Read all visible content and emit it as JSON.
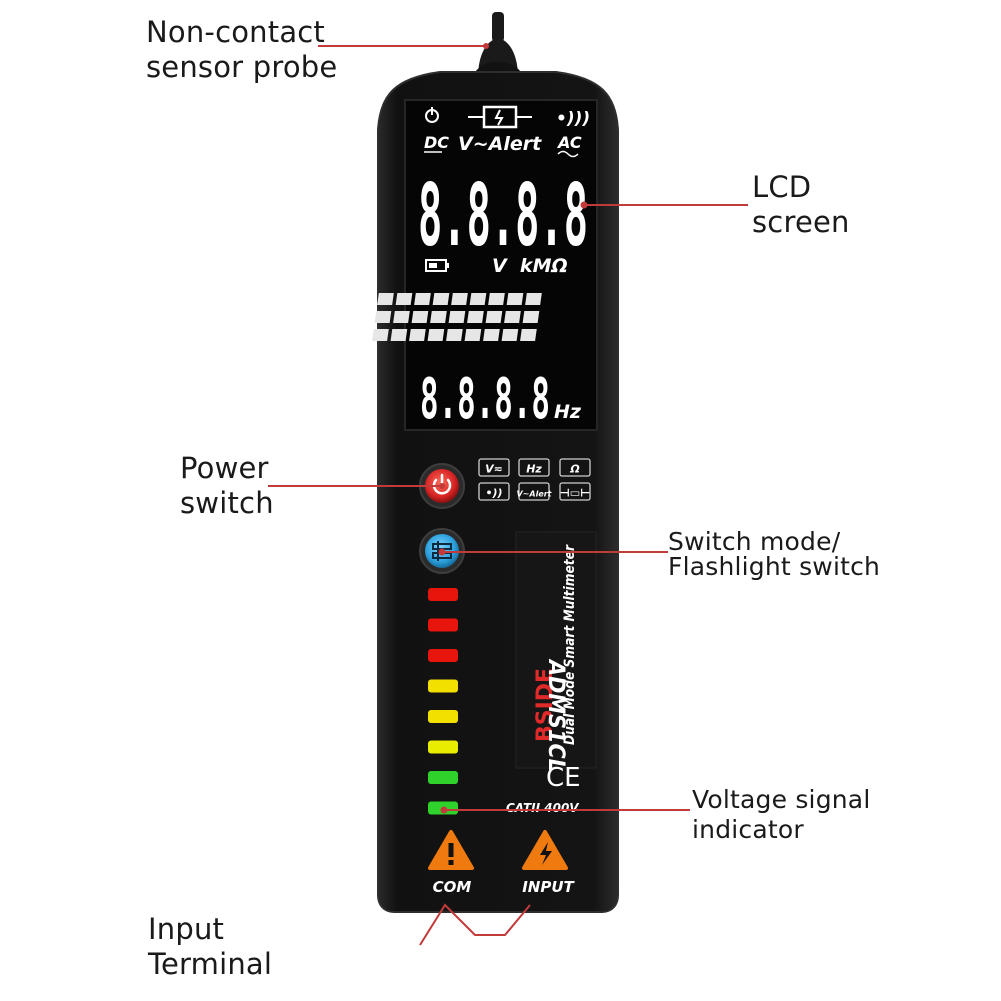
{
  "callouts": {
    "probe": [
      "Non-contact",
      "sensor probe"
    ],
    "lcd": [
      "LCD",
      "screen"
    ],
    "power": [
      "Power",
      "switch"
    ],
    "mode": [
      "Switch mode/",
      "Flashlight switch"
    ],
    "voltage": [
      "Voltage signal",
      "indicator"
    ],
    "input_terminal": [
      "Input",
      "Terminal"
    ]
  },
  "lcd": {
    "dc": "DC",
    "alert": "V~Alert",
    "ac": "AC",
    "main_digits": "8.8.8.8",
    "units": "V  kMΩ",
    "sub_digits": "8.8.8.8",
    "hz": "Hz"
  },
  "mode_labels": [
    "V≂",
    "Hz",
    "Ω",
    "•))",
    "V~Alert",
    "⊣▭⊢"
  ],
  "brand": {
    "name": "BSIDE",
    "model": "ADMS1CL",
    "tagline": "Dual Mode Smart Multimeter",
    "ce": "CE",
    "category": "CATII  400V"
  },
  "terminals": {
    "com": "COM",
    "input": "INPUT"
  },
  "led_colors": [
    "#e8150c",
    "#e8150c",
    "#e8150c",
    "#f2e000",
    "#f2e000",
    "#e9ee00",
    "#2fd12b",
    "#2fd12b"
  ],
  "colors": {
    "body": "#151515",
    "accent_red": "#d42a2a",
    "power_button": "#e33030",
    "mode_button": "#2aa7e6",
    "warning_orange": "#ee7a10"
  }
}
